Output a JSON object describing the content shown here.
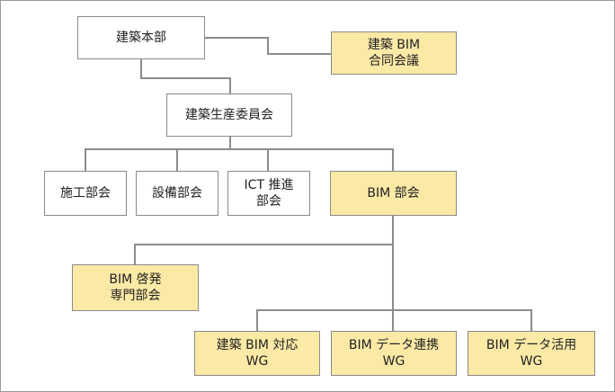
{
  "colors": {
    "highlight_fill": "#fbe9a6",
    "plain_fill": "#ffffff",
    "connector": "#8c8c8c"
  },
  "nodes": {
    "honbu": "建築本部",
    "bim_council": "建築 BIM\n合同会議",
    "production": "建築生産委員会",
    "shiko": "施工部会",
    "setsubi": "設備部会",
    "ict": "ICT 推進\n部会",
    "bim": "BIM 部会",
    "keihatsu": "BIM 啓発\n専門部会",
    "bim_taio": "建築 BIM 対応\nWG",
    "data_renkei": "BIM データ連携\nWG",
    "data_katsuyo": "BIM データ活用\nWG"
  }
}
